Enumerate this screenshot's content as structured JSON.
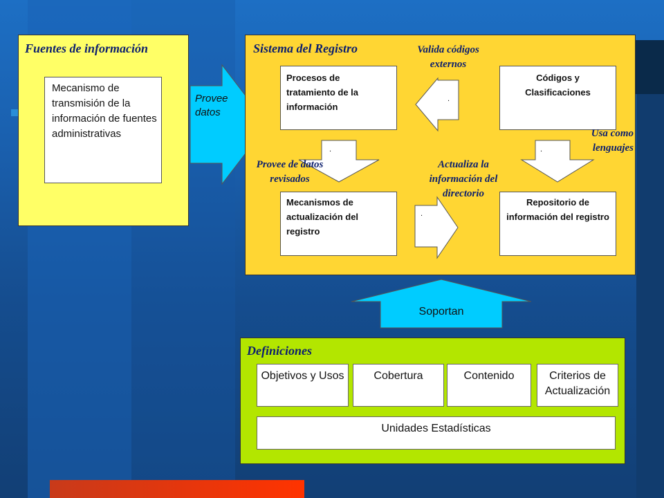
{
  "sources_panel": {
    "title": "Fuentes de información",
    "box_text": "Mecanismo de transmisión de la información de fuentes administrativas"
  },
  "provee_arrow": {
    "label": "Provee datos"
  },
  "registry_panel": {
    "title": "Sistema del Registro",
    "box_procesos": "Procesos de tratamiento de la información",
    "box_codigos": "Códigos y Clasificaciones",
    "box_mecanismos": "Mecanismos de actualización del registro",
    "box_repositorio": "Repositorio de información del registro",
    "label_valida": "Valida códigos externos",
    "label_usa": "Usa como lenguajes",
    "label_provee_revisados": "Provee de datos revisados",
    "label_actualiza": "Actualiza la información del directorio",
    "arrow_dot": "."
  },
  "soportan_arrow": {
    "label": "Soportan"
  },
  "definitions_panel": {
    "title": "Definiciones",
    "items": [
      "Objetivos y Usos",
      "Cobertura",
      "Contenido",
      "Criterios de Actualización"
    ],
    "units": "Unidades Estadísticas"
  },
  "colors": {
    "sources_fill": "#ffff66",
    "registry_fill": "#ffd633",
    "definitions_fill": "#b3e600",
    "arrow_fill": "#00ccff",
    "title_color": "#0c1f6e"
  }
}
